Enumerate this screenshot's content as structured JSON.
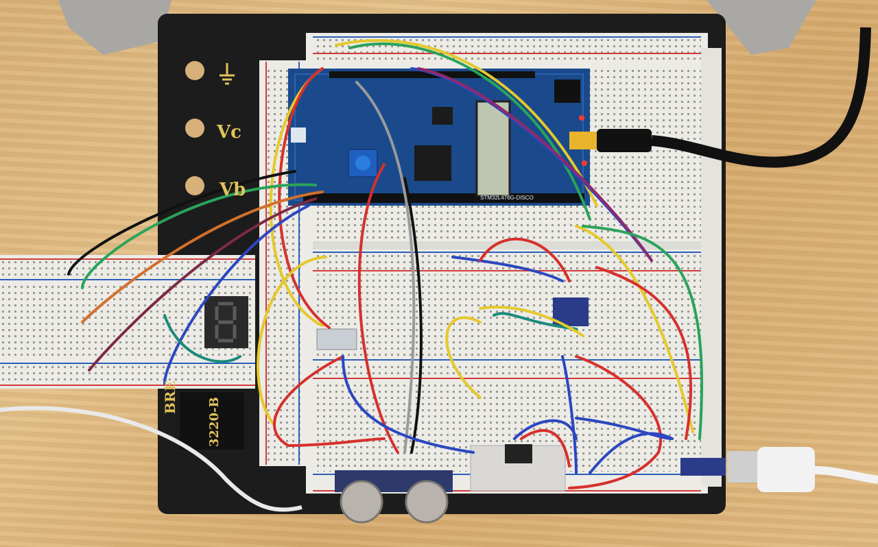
{
  "board": {
    "mcu_label": "STM32L476G-DISCO",
    "label_vb": "Vb",
    "label_vc": "Vc",
    "breadboard_label": "BRE",
    "breadboard_model": "3220-B"
  },
  "colors": {
    "mat": "#1d1c1c",
    "breadboard": "#ecebe6",
    "pcb": "#1a4a8c",
    "rail_red": "#d23a3a",
    "rail_blue": "#2c5fb8"
  }
}
